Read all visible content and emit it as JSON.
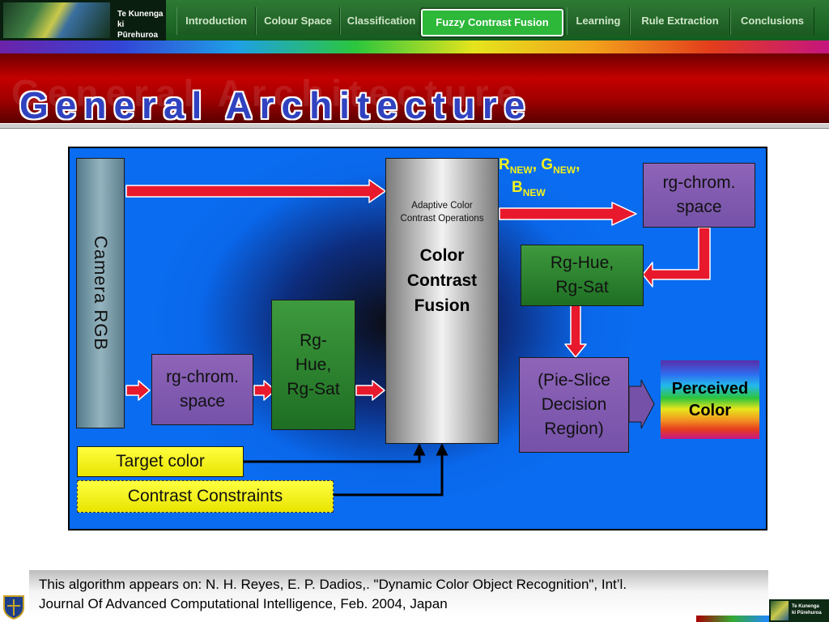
{
  "header": {
    "logo_text": [
      "Te Kunenga",
      "ki Pūrehuroa"
    ],
    "tabs": [
      {
        "label": "Introduction",
        "active": false
      },
      {
        "label": "Colour Space",
        "active": false
      },
      {
        "label": "Classification",
        "active": false
      },
      {
        "label": "Fuzzy Contrast Fusion",
        "active": true
      },
      {
        "label": "Learning",
        "active": false
      },
      {
        "label": "Rule Extraction",
        "active": false
      },
      {
        "label": "Conclusions",
        "active": false
      }
    ]
  },
  "slide": {
    "title": "General Architecture"
  },
  "diagram": {
    "camera": "Camera   RGB",
    "rg_chrom_left": [
      "rg-chrom.",
      "space"
    ],
    "hue_sat_left": [
      "Rg-",
      "Hue,",
      "Rg-Sat"
    ],
    "fusion_subtitle": [
      "Adaptive Color",
      "Contrast Operations"
    ],
    "fusion_title": [
      "Color",
      "Contrast",
      "Fusion"
    ],
    "rgb_new": {
      "r": "R",
      "g": "G",
      "b": "B",
      "sub": "NEW",
      "sep": ", "
    },
    "rg_chrom_right": [
      "rg-chrom.",
      "space"
    ],
    "hue_sat_right": [
      "Rg-Hue,",
      "Rg-Sat"
    ],
    "pie_slice": [
      "(Pie-Slice",
      "Decision",
      "Region)"
    ],
    "perceived": [
      "Perceived",
      "Color"
    ],
    "target_color": "Target color",
    "contrast_constraints": "Contrast Constraints"
  },
  "footer": {
    "citation": [
      "This algorithm appears on:  N. H. Reyes, E. P. Dadios,. \"Dynamic Color Object Recognition\", Int’l.",
      "Journal Of Advanced Computational Intelligence, Feb. 2004, Japan"
    ],
    "logo_text": [
      "Te Kunenga",
      "ki Pūrehuroa"
    ]
  },
  "colors": {
    "nav_green": "#1b5a22",
    "active_tab": "#2db83a",
    "title_band": "#c40000",
    "title_text": "#3042c0",
    "diagram_bg": "#0a6cf0",
    "arrow_red": "#e8192c",
    "box_purple": "#7552a8",
    "box_green": "#1e6e23",
    "label_yellow": "#f2f21c",
    "target_yellow": "#ffff40"
  },
  "icons": [
    "university-logo-icon",
    "university-crest-icon"
  ]
}
